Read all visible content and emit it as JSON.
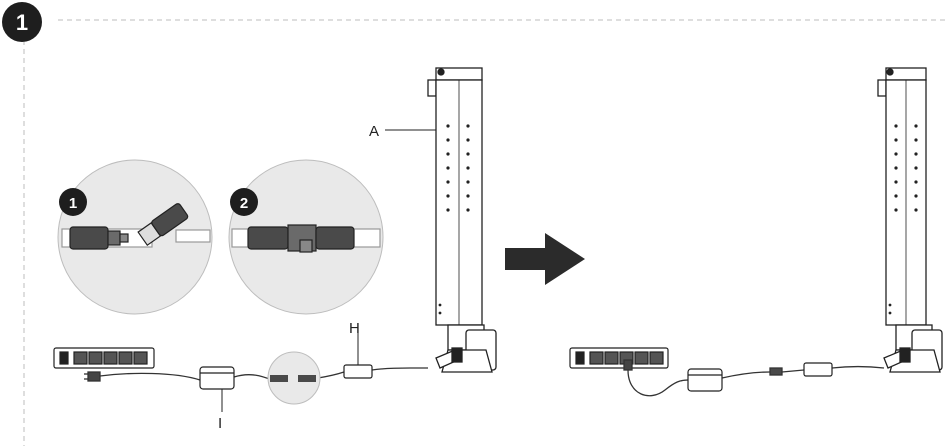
{
  "step": {
    "number": "1"
  },
  "detail_1": {
    "badge": "1"
  },
  "detail_2": {
    "badge": "2"
  },
  "labels": {
    "a": "A",
    "h": "H",
    "i": "I"
  },
  "colors": {
    "badge": "#1e1e1e",
    "circle_fill": "#e9e9e9",
    "frame_line": "#bdbdbd",
    "line_art": "#222222",
    "arrow": "#2b2b2b"
  },
  "icons": {
    "step_badge": "step-number-badge",
    "direction": "right-arrow"
  }
}
